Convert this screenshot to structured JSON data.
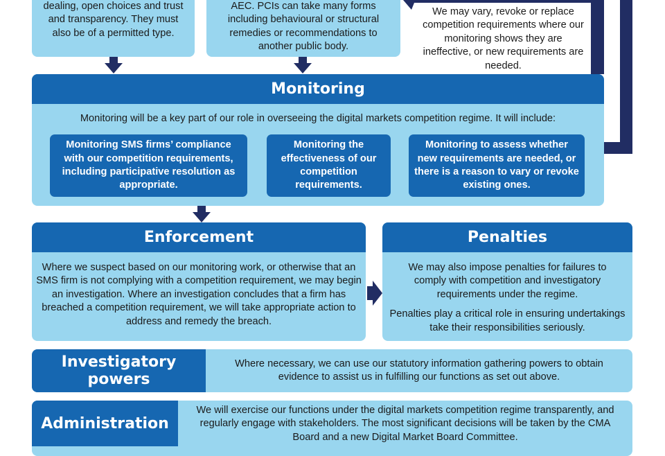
{
  "top_boxes": [
    {
      "text": "dealing, open choices and trust and transparency. They must also be of a permitted type."
    },
    {
      "text": "AEC. PCIs can take many forms including behavioural or structural remedies or recommendations to another public body."
    }
  ],
  "feedback_note": "We may vary, revoke or replace competition requirements where our monitoring shows they are ineffective, or new requirements are needed.",
  "monitoring": {
    "title": "Monitoring",
    "intro": "Monitoring will be a key part of our role in overseeing the digital markets competition regime. It will include:",
    "items": [
      "Monitoring SMS firms’ compliance with our competition requirements, including participative resolution as appropriate.",
      "Monitoring the effectiveness of our competition requirements.",
      "Monitoring to assess whether new requirements are needed, or there is a reason to vary or revoke existing ones."
    ]
  },
  "enforcement": {
    "title": "Enforcement",
    "text": "Where we suspect based on our monitoring work, or otherwise that an SMS firm is not complying with a competition requirement, we may begin an investigation. Where an investigation concludes that a firm has breached a competition requirement, we will take appropriate action to address and remedy the breach."
  },
  "penalties": {
    "title": "Penalties",
    "text1": "We may also impose penalties for failures to comply with competition and investigatory requirements under the regime.",
    "text2": "Penalties play a critical role in ensuring undertakings take their responsibilities seriously."
  },
  "investigatory": {
    "title": "Investigatory powers",
    "text": "Where necessary, we can use our statutory information gathering powers to obtain evidence to assist us in fulfilling our functions as set out above."
  },
  "administration": {
    "title": "Administration",
    "text": "We will exercise our functions under the digital markets competition regime transparently, and regularly engage with stakeholders. The most significant decisions will be taken by the CMA Board and a new Digital Market Board Committee."
  },
  "colors": {
    "light": "#99d6ef",
    "dark": "#1667b1",
    "navy": "#212d63"
  }
}
